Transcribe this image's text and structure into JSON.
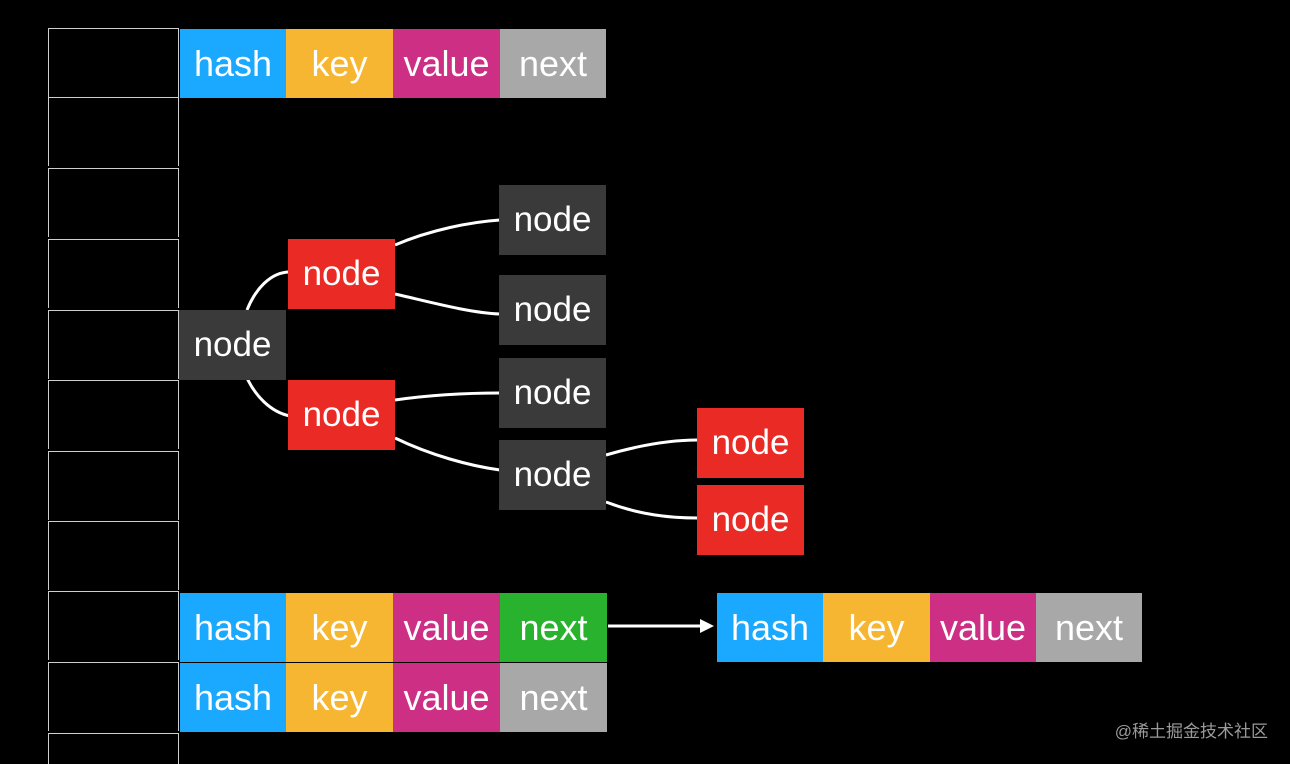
{
  "colors": {
    "hash": "#1ba8ff",
    "key": "#f7b631",
    "value": "#cc2f83",
    "next_default": "#a8a8a8",
    "next_linked": "#28b22d",
    "tree_black": "#3a3a3a",
    "tree_red": "#ea2a24"
  },
  "entry_fields": [
    "hash",
    "key",
    "value",
    "next"
  ],
  "tree_nodes": {
    "root": "node",
    "left_red": "node",
    "right_red": "node",
    "leaf1": "node",
    "leaf2": "node",
    "leaf3": "node",
    "leaf4": "node",
    "red_child1": "node",
    "red_child2": "node"
  },
  "watermark": "@稀土掘金技术社区"
}
